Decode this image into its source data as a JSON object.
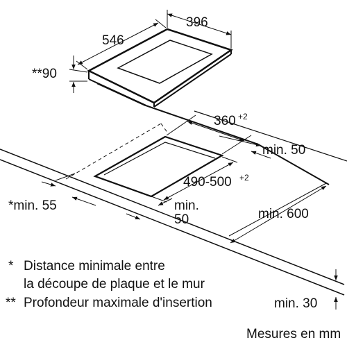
{
  "dimensions": {
    "width": "396",
    "depth": "546",
    "max_insertion": "**90",
    "cutout_depth": "360",
    "cutout_depth_tol": "+2",
    "cutout_width": "490-500",
    "cutout_width_tol": "+2",
    "min_back_wall": "min. 50",
    "min_side": "*min. 55",
    "min_front_1": "min.",
    "min_front_2": "50",
    "min_600": "min. 600",
    "min_30": "min. 30"
  },
  "notes": {
    "star1_symbol": "*",
    "star1_line1": "Distance minimale entre",
    "star1_line2": "la découpe de plaque et le mur",
    "star2_symbol": "**",
    "star2_text": "Profondeur maximale d'insertion"
  },
  "units": "Mesures en mm",
  "colors": {
    "line": "#111111",
    "background": "#ffffff"
  }
}
